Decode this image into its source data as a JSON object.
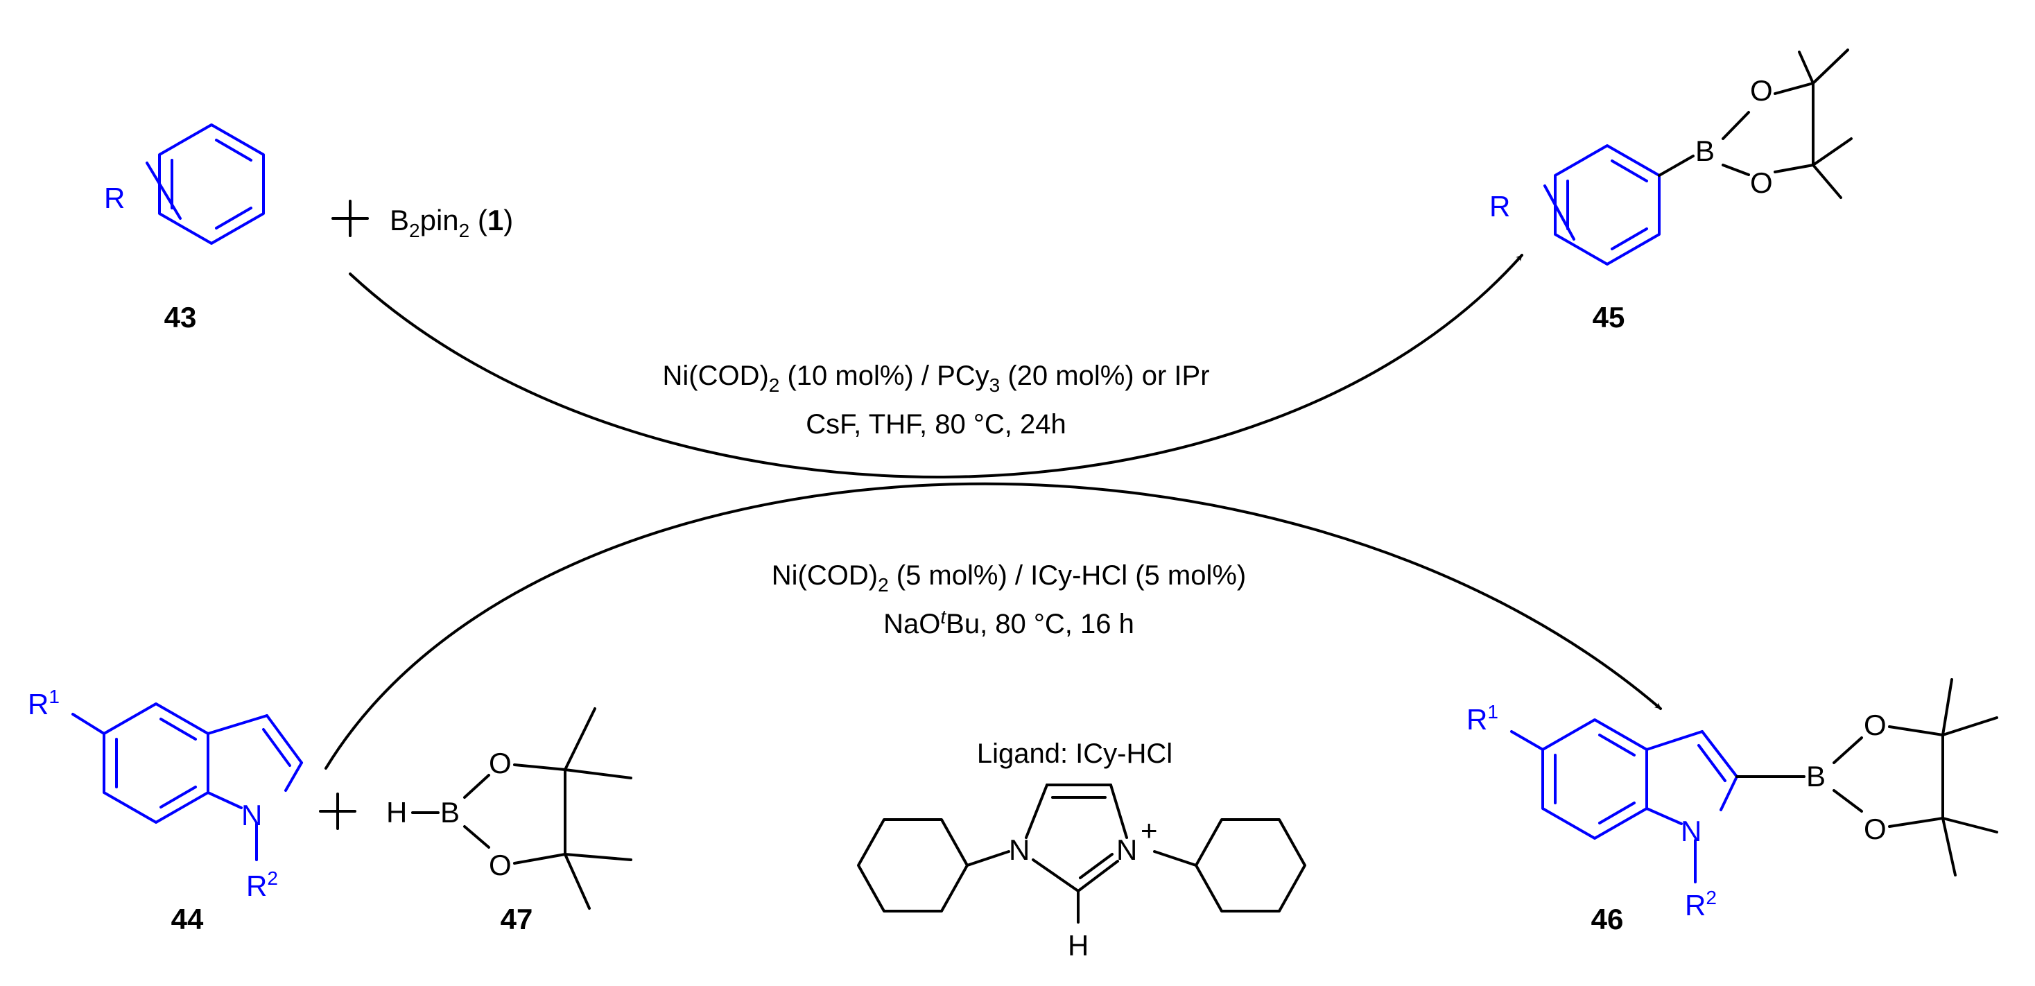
{
  "compounds": {
    "c43": {
      "number": "43",
      "substituent": "R"
    },
    "c45": {
      "number": "45",
      "substituent": "R",
      "boron": "B",
      "oxygen": "O"
    },
    "c44": {
      "number": "44",
      "r1": "R",
      "r1_sup": "1",
      "nitrogen": "N",
      "r2": "R",
      "r2_sup": "2"
    },
    "c46": {
      "number": "46",
      "r1": "R",
      "r1_sup": "1",
      "nitrogen": "N",
      "r2": "R",
      "r2_sup": "2",
      "boron": "B",
      "oxygen": "O"
    },
    "c47": {
      "number": "47",
      "hydrogen": "H",
      "boron": "B",
      "oxygen": "O"
    }
  },
  "reagents": {
    "plus": "+",
    "b2pin2": {
      "main": "B",
      "sub": "2",
      "rest": "pin",
      "sub2": "2",
      "open": " (",
      "ref": "1",
      "close": ")"
    }
  },
  "conditions": {
    "top": {
      "line1": {
        "a": "Ni(COD)",
        "a_sub": "2",
        "b": " (10 mol%) / PCy",
        "b_sub": "3",
        "c": " (20 mol%) or IPr"
      },
      "line2": "CsF, THF, 80 °C, 24h"
    },
    "bottom": {
      "line1": {
        "a": "Ni(COD)",
        "a_sub": "2",
        "b": " (5 mol%) / ICy-HCl (5 mol%)"
      },
      "line2": {
        "a": "NaO",
        "a_sup": "t",
        "b": "Bu, 80 °C, 16 h"
      }
    }
  },
  "ligand": {
    "title": "Ligand: ICy-HCl",
    "n1": "N",
    "n2": "N",
    "charge": "+",
    "hydrogen": "H"
  },
  "colors": {
    "highlight": "#0000ff",
    "ink": "#000000"
  }
}
